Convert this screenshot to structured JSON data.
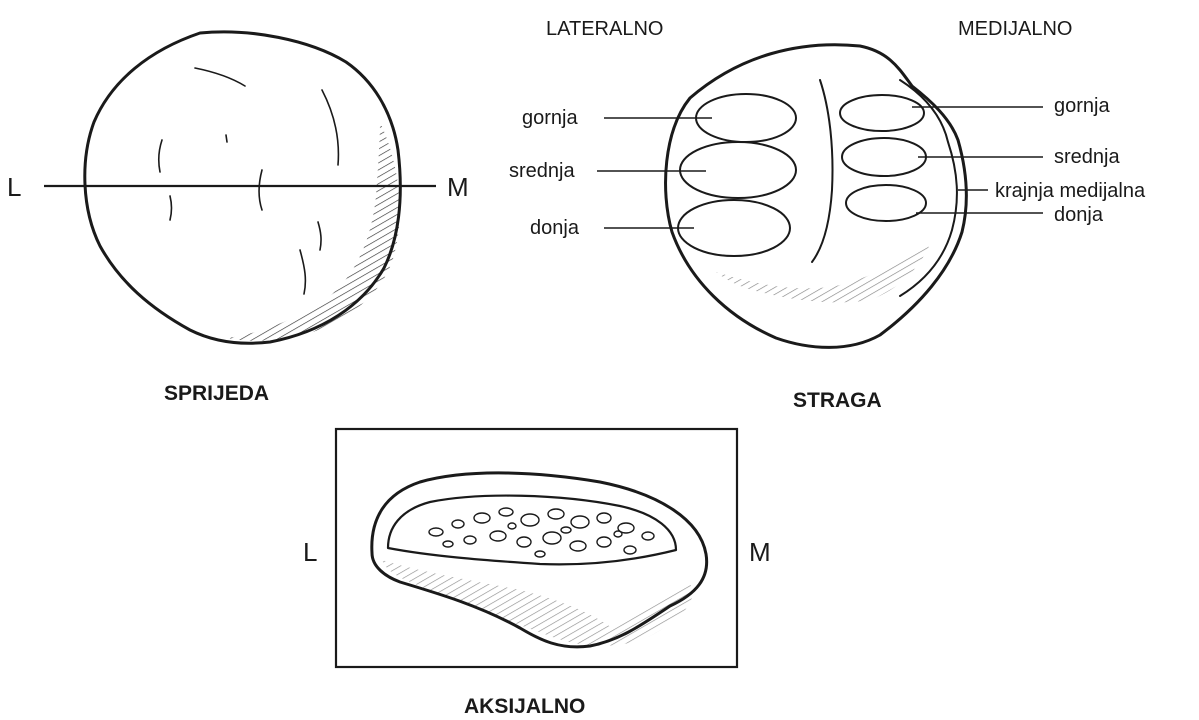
{
  "front_view": {
    "caption": "SPRIJEDA",
    "left_letter": "L",
    "right_letter": "M"
  },
  "back_view": {
    "caption": "STRAGA",
    "side_lateral": "LATERALNO",
    "side_medial": "MEDIJALNO",
    "lateral_facets": [
      "gornja",
      "srednja",
      "donja"
    ],
    "medial_facets": [
      "gornja",
      "srednja",
      "krajnja medijalna",
      "donja"
    ]
  },
  "axial_view": {
    "caption": "AKSIJALNO",
    "left_letter": "L",
    "right_letter": "M"
  }
}
